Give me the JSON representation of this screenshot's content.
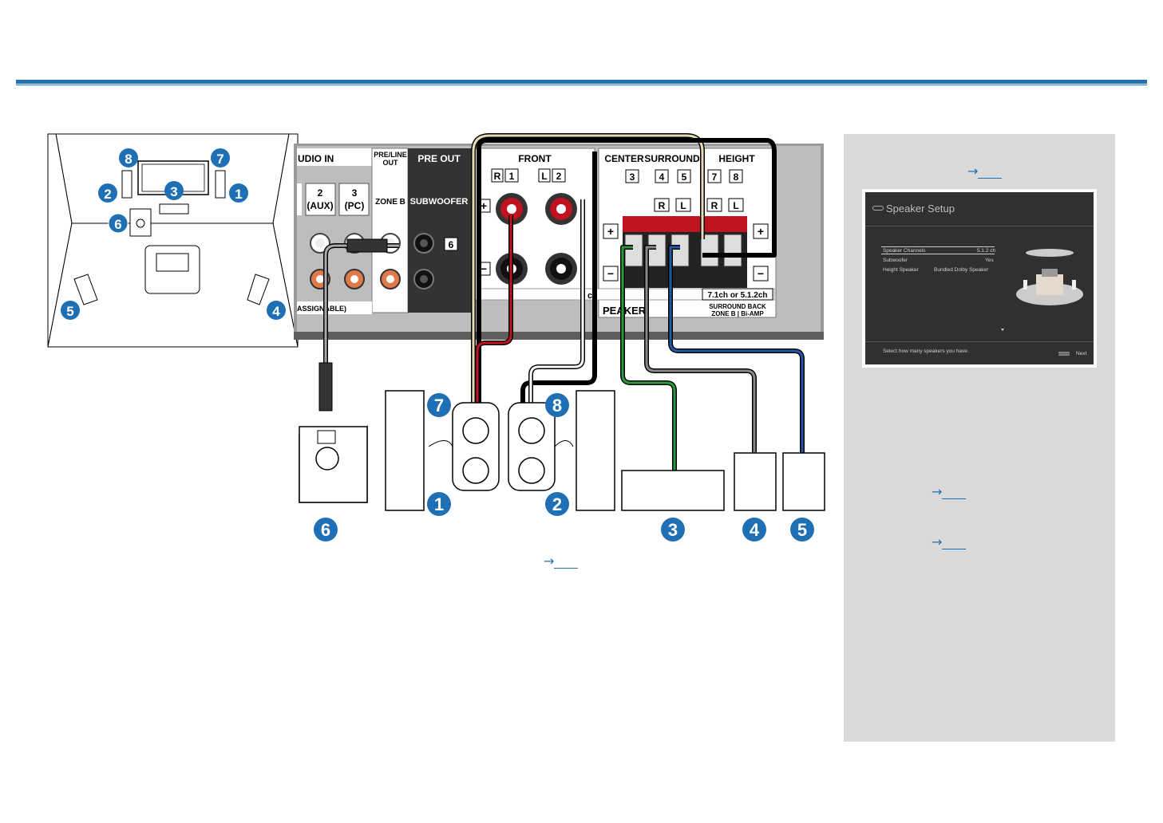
{
  "rear_panel": {
    "audio_in": {
      "header": "UDIO IN",
      "jack2": "2",
      "jack2_sub": "(AUX)",
      "jack3": "3",
      "jack3_sub": "(PC)",
      "assignable": "ASSIGNABLE)"
    },
    "pre_line_out": {
      "header_line1": "PRE/LINE",
      "header_line2": "OUT",
      "zone": "ZONE B"
    },
    "pre_out": {
      "header": "PRE OUT",
      "sub": "SUBWOOFER",
      "num": "6"
    },
    "front": {
      "header": "FRONT",
      "r": "R",
      "r_num": "1",
      "l": "L",
      "l_num": "2",
      "plus": "+",
      "minus": "−"
    },
    "center": {
      "header": "CENTER",
      "num": "3"
    },
    "surround": {
      "header": "SURROUND",
      "num1": "4",
      "num2": "5",
      "r": "R",
      "l": "L"
    },
    "height": {
      "header": "HEIGHT",
      "num1": "7",
      "num2": "8",
      "r": "R",
      "l": "L"
    },
    "plus": "+",
    "minus": "−",
    "mode_label": "7.1ch or 5.1.2ch",
    "surround_back": "SURROUND BACK",
    "zone_biamp": "ZONE B | Bi-AMP",
    "speakers_partial": "PEAKER",
    "speakers_partial_c": "c"
  },
  "room_badges": [
    "8",
    "7",
    "2",
    "3",
    "1",
    "6",
    "5",
    "4"
  ],
  "speaker_badges": [
    "7",
    "8",
    "1",
    "2",
    "6",
    "3",
    "4",
    "5"
  ],
  "osd": {
    "title": "Speaker Setup",
    "rows": [
      {
        "label": "Speaker Channels",
        "value": "5.1.2 ch"
      },
      {
        "label": "Subwoofer",
        "value": "Yes"
      },
      {
        "label": "Height Speaker",
        "value": "Bundled Dolby Speaker"
      }
    ],
    "help": "Select how many speakers you have.",
    "enter": "ENTER",
    "next": "Next"
  },
  "link_arrow": "→",
  "colors": {
    "accent": "#1f6fb5",
    "badge": "#1f6fb5",
    "panel": "#d9d9d9"
  }
}
